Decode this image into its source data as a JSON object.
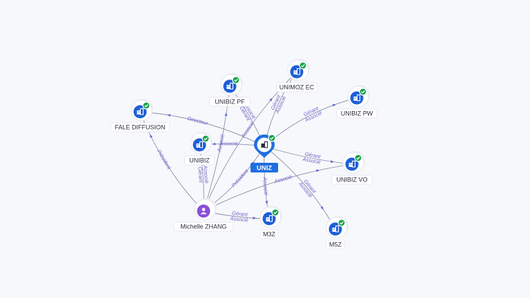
{
  "colors": {
    "company": "#1e5fd6",
    "person": "#8a4fd8",
    "verified": "#17a34a",
    "edge": "#8a8fa8",
    "edge_label": "#6b63c9",
    "main_label_bg": "#1f6fe0"
  },
  "main_node": "uniz",
  "nodes": [
    {
      "id": "uniz",
      "label": "UNIZ",
      "kind": "company",
      "icon": "building-icon",
      "verified": true
    },
    {
      "id": "fale",
      "label": "FALE DIFFUSION",
      "kind": "company",
      "icon": "building-icon",
      "verified": true
    },
    {
      "id": "unibiz_pf",
      "label": "UNIBIZ PF",
      "kind": "company",
      "icon": "building-icon",
      "verified": true
    },
    {
      "id": "unimoz_ec",
      "label": "UNIMOZ EC",
      "kind": "company",
      "icon": "building-icon",
      "verified": true
    },
    {
      "id": "unibiz_pw",
      "label": "UNIBIZ PW",
      "kind": "company",
      "icon": "building-icon",
      "verified": true
    },
    {
      "id": "unibiz",
      "label": "UNIBIZ",
      "kind": "company",
      "icon": "building-icon",
      "verified": true
    },
    {
      "id": "unibiz_vo",
      "label": "UNIBIZ VO",
      "kind": "company",
      "icon": "building-icon",
      "verified": true
    },
    {
      "id": "michelle",
      "label": "Michelle ZHANG",
      "kind": "person",
      "icon": "person-icon",
      "verified": false
    },
    {
      "id": "m3z",
      "label": "M3Z",
      "kind": "company",
      "icon": "building-icon",
      "verified": true
    },
    {
      "id": "m5z",
      "label": "M5Z",
      "kind": "company",
      "icon": "building-icon",
      "verified": true
    }
  ],
  "edges": [
    {
      "from": "uniz",
      "to": "fale",
      "labels": [
        "Directeur"
      ]
    },
    {
      "from": "uniz",
      "to": "unibiz_pf",
      "labels": [
        "Gérant",
        "Associé"
      ]
    },
    {
      "from": "uniz",
      "to": "unimoz_ec",
      "labels": [
        "Gérant",
        "Associé"
      ]
    },
    {
      "from": "uniz",
      "to": "unibiz_pw",
      "labels": [
        "Gérant",
        "Associé"
      ]
    },
    {
      "from": "uniz",
      "to": "unibiz",
      "labels": [
        "Associé"
      ]
    },
    {
      "from": "uniz",
      "to": "unibiz_vo",
      "labels": [
        "Gérant",
        "Associé"
      ]
    },
    {
      "from": "uniz",
      "to": "m5z",
      "labels": [
        "Gérant",
        "Associé"
      ]
    },
    {
      "from": "uniz",
      "to": "m3z",
      "labels": [
        "Associé"
      ]
    },
    {
      "from": "michelle",
      "to": "fale",
      "labels": [
        "Président"
      ]
    },
    {
      "from": "michelle",
      "to": "unibiz",
      "labels": [
        "Gérant",
        "Associé"
      ]
    },
    {
      "from": "michelle",
      "to": "unibiz_pf",
      "labels": [
        "Associé"
      ]
    },
    {
      "from": "michelle",
      "to": "uniz",
      "labels": [
        "Président"
      ]
    },
    {
      "from": "michelle",
      "to": "unimoz_ec",
      "labels": [
        "Associé"
      ]
    },
    {
      "from": "michelle",
      "to": "unibiz_vo",
      "labels": [
        "Associé"
      ]
    },
    {
      "from": "michelle",
      "to": "m3z",
      "labels": [
        "Gérant",
        "Associé"
      ]
    }
  ]
}
